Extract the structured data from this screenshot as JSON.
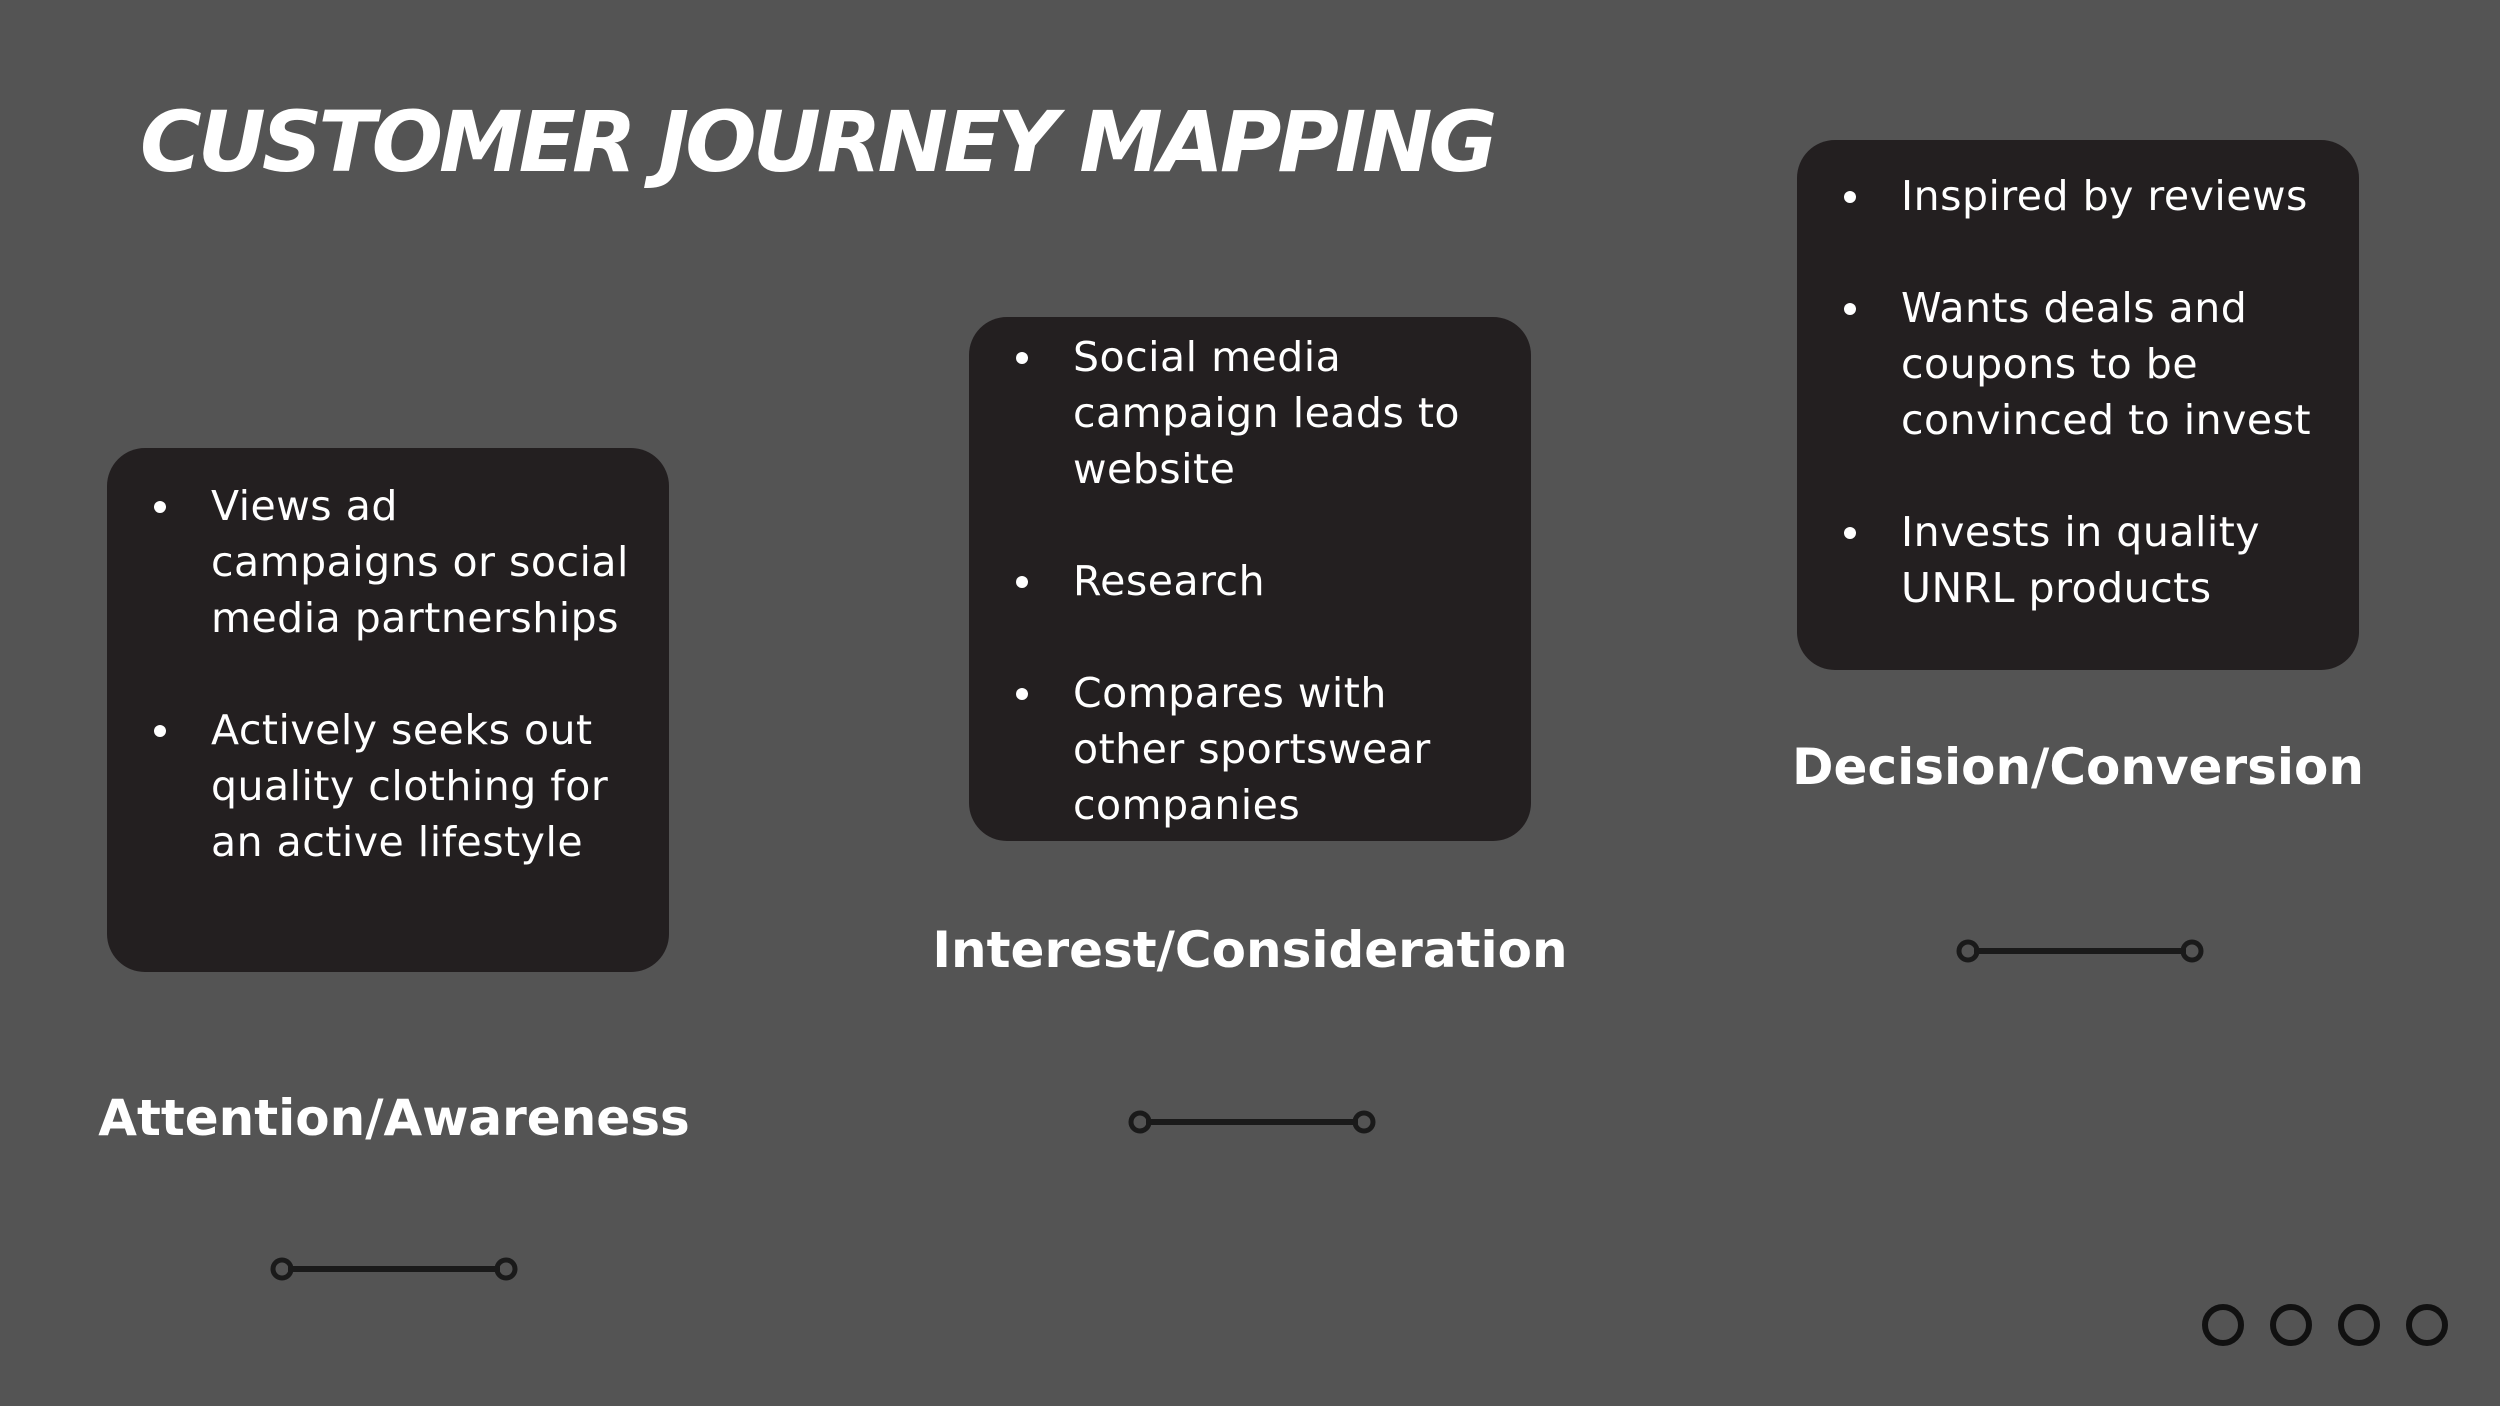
{
  "title": "CUSTOMER JOURNEY MAPPING",
  "stages": [
    {
      "label": "Attention/Awareness",
      "bullets": [
        "Views ad campaigns or social media partnerships",
        "Actively seeks out quality clothing for an active lifestyle"
      ]
    },
    {
      "label": "Interest/Consideration",
      "bullets": [
        "Social media campaign leads to website",
        "Research",
        "Compares with other sportswear companies"
      ]
    },
    {
      "label": "Decision/Conversion",
      "bullets": [
        "Inspired by reviews",
        "Wants deals and coupons to be convinced to invest",
        "Invests in quality UNRL products"
      ]
    }
  ],
  "colors": {
    "background": "#545454",
    "card": "#231f20",
    "text": "#ffffff",
    "connector": "#1a1a1a"
  },
  "pager_dots": 4
}
